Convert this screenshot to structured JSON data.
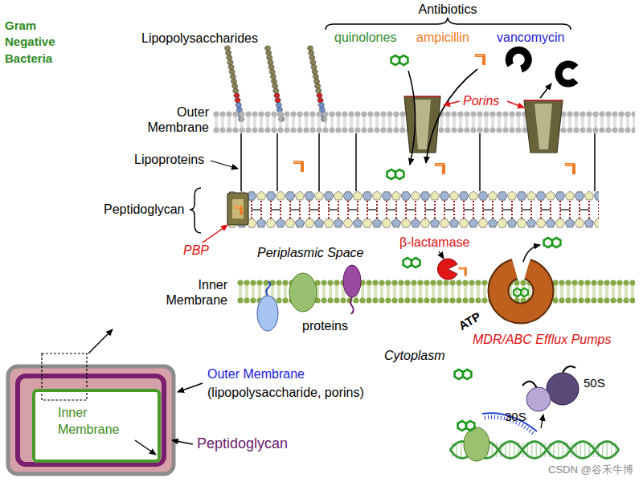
{
  "diagram": {
    "title": "Gram Negative Bacteria",
    "nodes": [
      {
        "text": [
          "Inner Membrane"
        ]
      }
    ],
    "labels": [
      "Antibiotics",
      "quinolones",
      "ampicillin",
      "vancomycin",
      "Lipopolysaccharides",
      "Porins",
      "Outer Membrane",
      "Lipoproteins",
      "Peptidoglycan",
      "PBP",
      "Periplasmic Space",
      "β-lactamase",
      "Inner Membrane",
      "proteins",
      "ATP",
      "MDR/ABC Efflux Pumps",
      "Cytoplasm",
      "30S",
      "50S",
      "Outer Membrane",
      "(lipopolysaccharide, porins)",
      "Peptidoglycan",
      "CSDN @谷禾牛博"
    ]
  }
}
